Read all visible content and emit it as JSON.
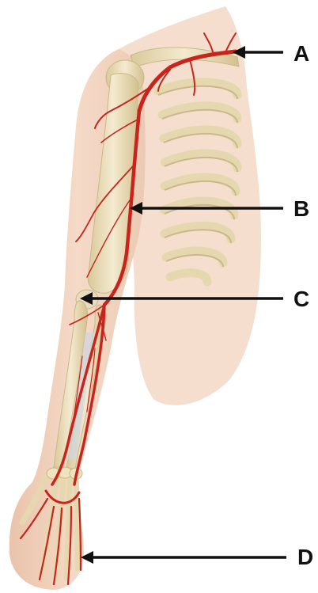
{
  "labels": {
    "a": "A",
    "b": "B",
    "c": "C",
    "d": "D"
  },
  "colors": {
    "skin": "#f2d2bd",
    "skin_shadow": "#e2b89d",
    "bone": "#efe3c0",
    "bone_shadow": "#c9b98a",
    "artery": "#c8241c",
    "pointer": "#111111"
  }
}
